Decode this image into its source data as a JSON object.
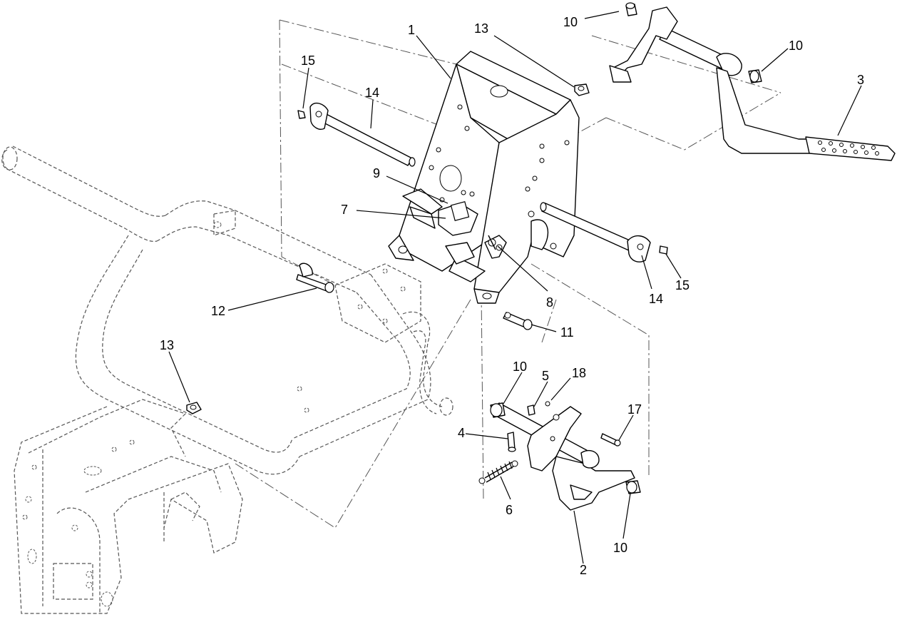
{
  "callouts": [
    {
      "id": "c1",
      "label": "1"
    },
    {
      "id": "c2",
      "label": "2"
    },
    {
      "id": "c3",
      "label": "3"
    },
    {
      "id": "c4",
      "label": "4"
    },
    {
      "id": "c5",
      "label": "5"
    },
    {
      "id": "c6",
      "label": "6"
    },
    {
      "id": "c7",
      "label": "7"
    },
    {
      "id": "c8",
      "label": "8"
    },
    {
      "id": "c9",
      "label": "9"
    },
    {
      "id": "c10a",
      "label": "10"
    },
    {
      "id": "c10b",
      "label": "10"
    },
    {
      "id": "c10c",
      "label": "10"
    },
    {
      "id": "c10d",
      "label": "10"
    },
    {
      "id": "c11",
      "label": "11"
    },
    {
      "id": "c12",
      "label": "12"
    },
    {
      "id": "c13a",
      "label": "13"
    },
    {
      "id": "c13b",
      "label": "13"
    },
    {
      "id": "c14a",
      "label": "14"
    },
    {
      "id": "c14b",
      "label": "14"
    },
    {
      "id": "c15a",
      "label": "15"
    },
    {
      "id": "c15b",
      "label": "15"
    },
    {
      "id": "c17",
      "label": "17"
    },
    {
      "id": "c18",
      "label": "18"
    }
  ]
}
